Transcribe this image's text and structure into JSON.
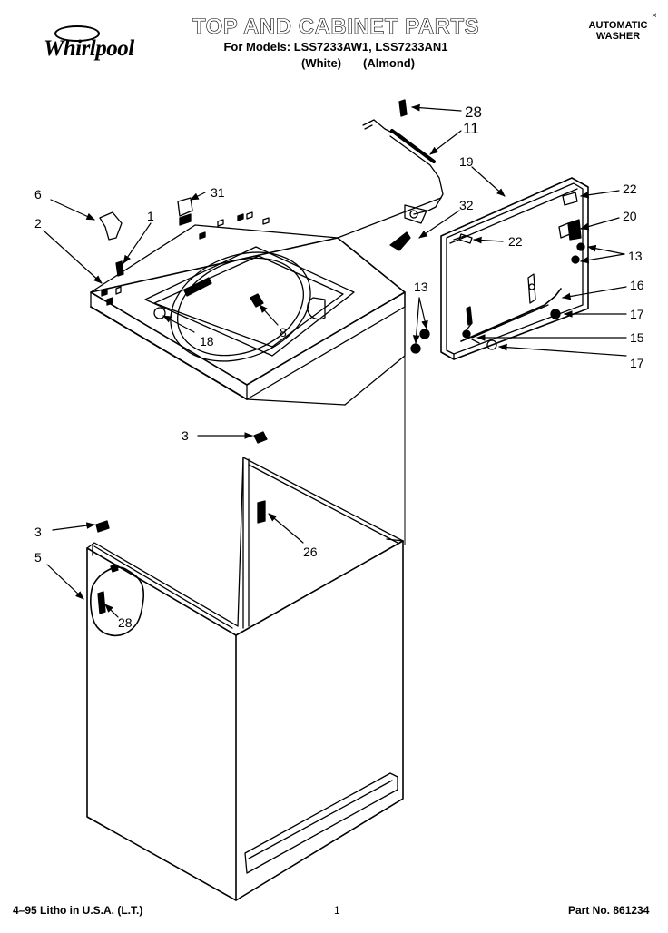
{
  "brand": {
    "name": "Whirlpool"
  },
  "header": {
    "title": "TOP AND CABINET PARTS",
    "models_line": "For Models: LSS7233AW1, LSS7233AN1",
    "variant_white": "(White)",
    "variant_almond": "(Almond)",
    "product_line1": "AUTOMATIC",
    "product_line2": "WASHER",
    "corner_mark": "×"
  },
  "callouts": {
    "c28_top": "28",
    "c11": "11",
    "c19": "19",
    "c22_right": "22",
    "c20": "20",
    "c32": "32",
    "c22_inner": "22",
    "c13_right": "13",
    "c16": "16",
    "c13_left": "13",
    "c17_upper": "17",
    "c15": "15",
    "c17_lower": "17",
    "c6": "6",
    "c31": "31",
    "c1": "1",
    "c2": "2",
    "c8": "8",
    "c18": "18",
    "c3_upper": "3",
    "c26": "26",
    "c3_lower": "3",
    "c5": "5",
    "c28_side": "28"
  },
  "footer": {
    "litho": "4–95 Litho in U.S.A. (L.T.)",
    "page_number": "1",
    "part_number": "Part No. 861234"
  }
}
